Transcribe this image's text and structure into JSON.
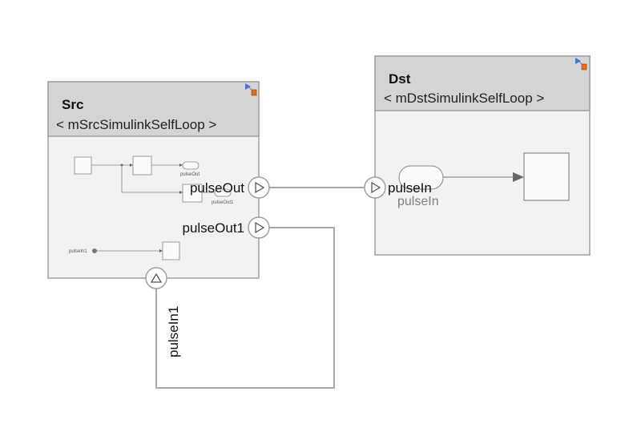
{
  "blocks": {
    "src": {
      "name": "Src",
      "reference": "< mSrcSimulinkSelfLoop >",
      "preview": {
        "out_label": "pulseOut",
        "out1_label": "pulseOut1",
        "in1_label": "pulseIn1"
      }
    },
    "dst": {
      "name": "Dst",
      "reference": "< mDstSimulinkSelfLoop >",
      "preview": {
        "in_label": "pulseIn"
      }
    }
  },
  "ports": {
    "src_out": "pulseOut",
    "src_out1": "pulseOut1",
    "src_in1": "pulseIn1",
    "dst_in": "pulseIn"
  },
  "colors": {
    "header": "#d4d4d4",
    "body": "#f2f2f2",
    "border": "#a0a0a0",
    "line": "#a8a8a8",
    "badge_blue": "#3a7bd5",
    "badge_orange": "#e07020"
  }
}
